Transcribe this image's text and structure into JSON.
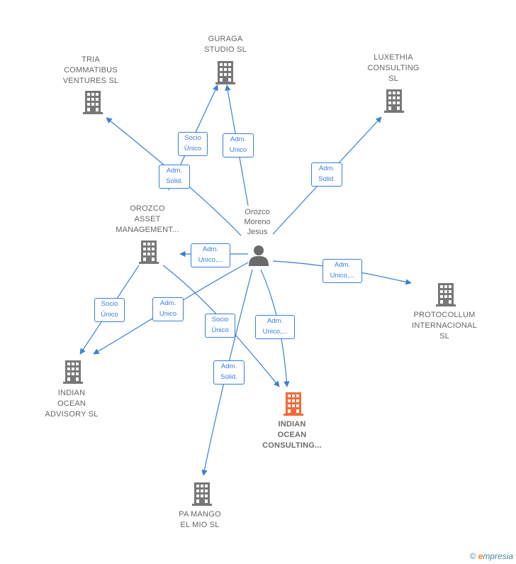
{
  "colors": {
    "edge": "#3a7fd5",
    "company": "#777777",
    "focus_company": "#f26a3a",
    "person": "#6b6b6b"
  },
  "person": {
    "name": "Orozco\nMoreno\nJesus",
    "icon": "person-icon"
  },
  "companies": {
    "guraga": "GURAGA\nSTUDIO  SL",
    "tria": "TRIA\nCOMMATIBUS\nVENTURES  SL",
    "luxethia": "LUXETHIA\nCONSULTING\nSL",
    "orozco_asset": "OROZCO\nASSET\nMANAGEMENT...",
    "protocollum": "PROTOCOLLUM\nINTERNACIONAL\nSL",
    "indian_advisory": "INDIAN\nOCEAN\nADVISORY  SL",
    "indian_consulting": "INDIAN\nOCEAN\nCONSULTING...",
    "pa_mango": "PA MANGO\nEL MIO  SL"
  },
  "edges": {
    "socio_unico_guraga": "Socio\nÚnico",
    "adm_unico_guraga": "Adm.\nUnico",
    "adm_solid_tria": "Adm.\nSolid.",
    "adm_solid_luxethia": "Adm.\nSolid.",
    "adm_unico_orozco": "Adm.\nUnico,...",
    "adm_unico_protocollum": "Adm.\nUnico,...",
    "socio_unico_advisory": "Socio\nÚnico",
    "adm_unico_advisory": "Adm.\nUnico",
    "socio_unico_consulting": "Socio\nÚnico",
    "adm_unico_consulting": "Adm.\nUnico,...",
    "adm_solid_pamango": "Adm.\nSolid."
  },
  "brand": {
    "copyright": "©",
    "name_first": "e",
    "name_rest": "mpresia"
  }
}
